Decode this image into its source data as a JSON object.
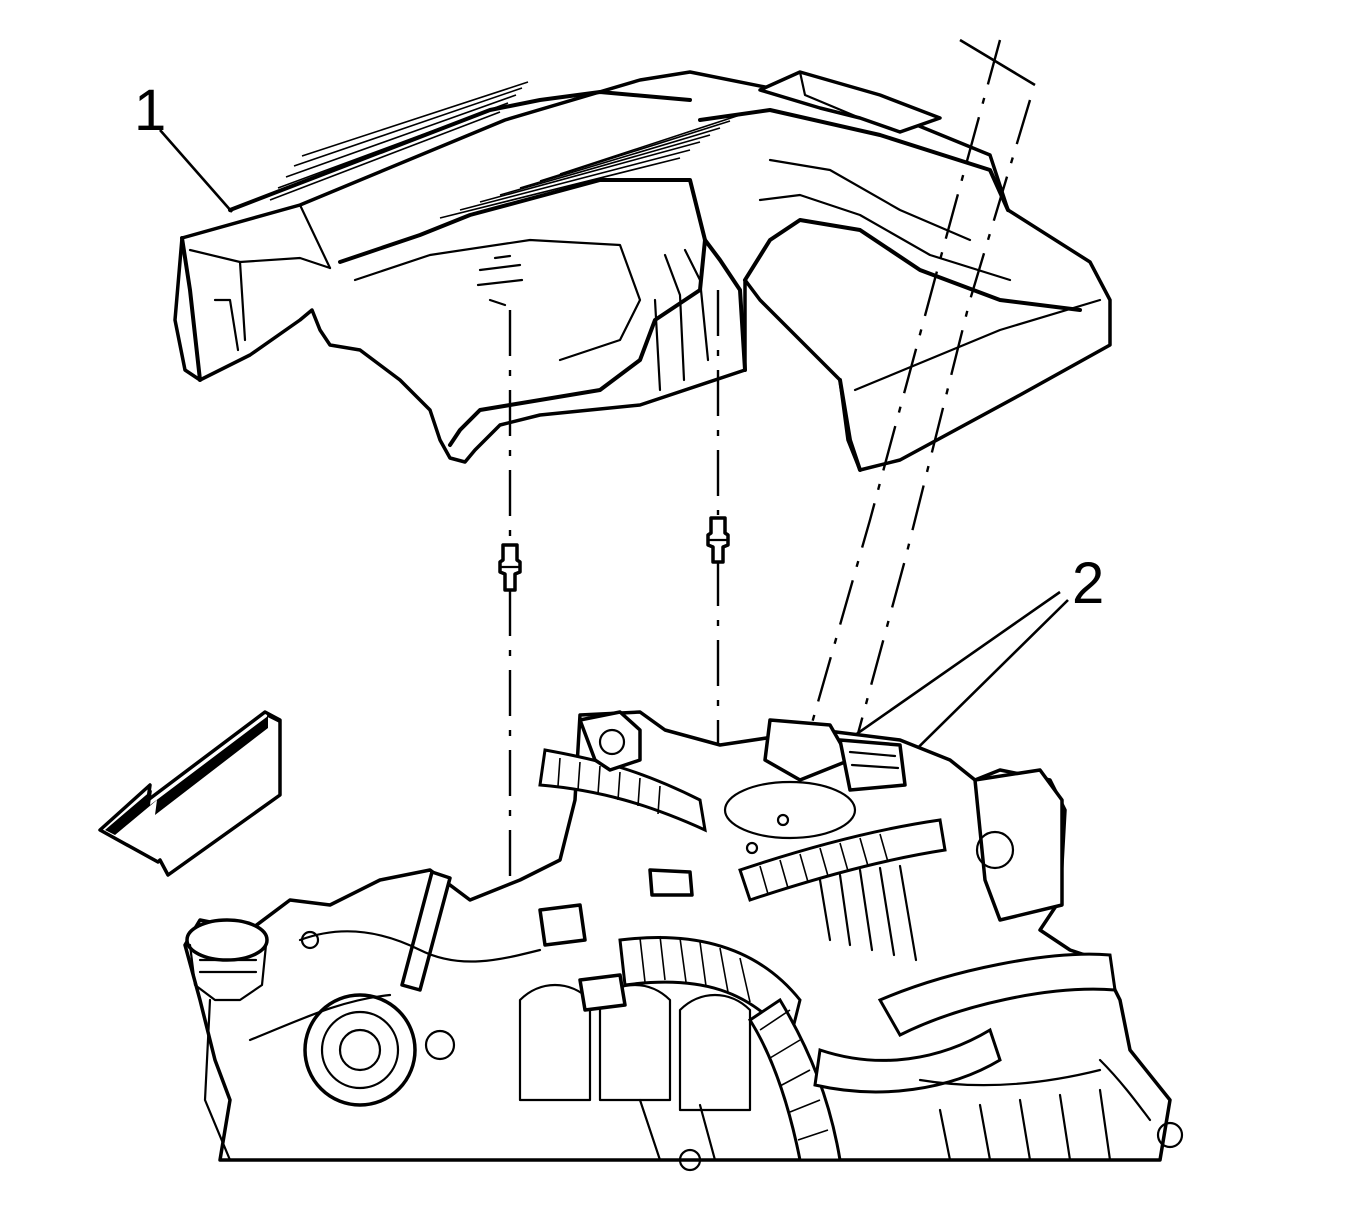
{
  "diagram": {
    "callouts": [
      {
        "id": "1",
        "label": "1"
      },
      {
        "id": "2",
        "label": "2"
      }
    ],
    "icons": {
      "direction_arrow": "front-direction-arrow-icon",
      "fastener": "stud-fastener-icon"
    },
    "colors": {
      "line": "#000000",
      "background": "#ffffff"
    }
  }
}
